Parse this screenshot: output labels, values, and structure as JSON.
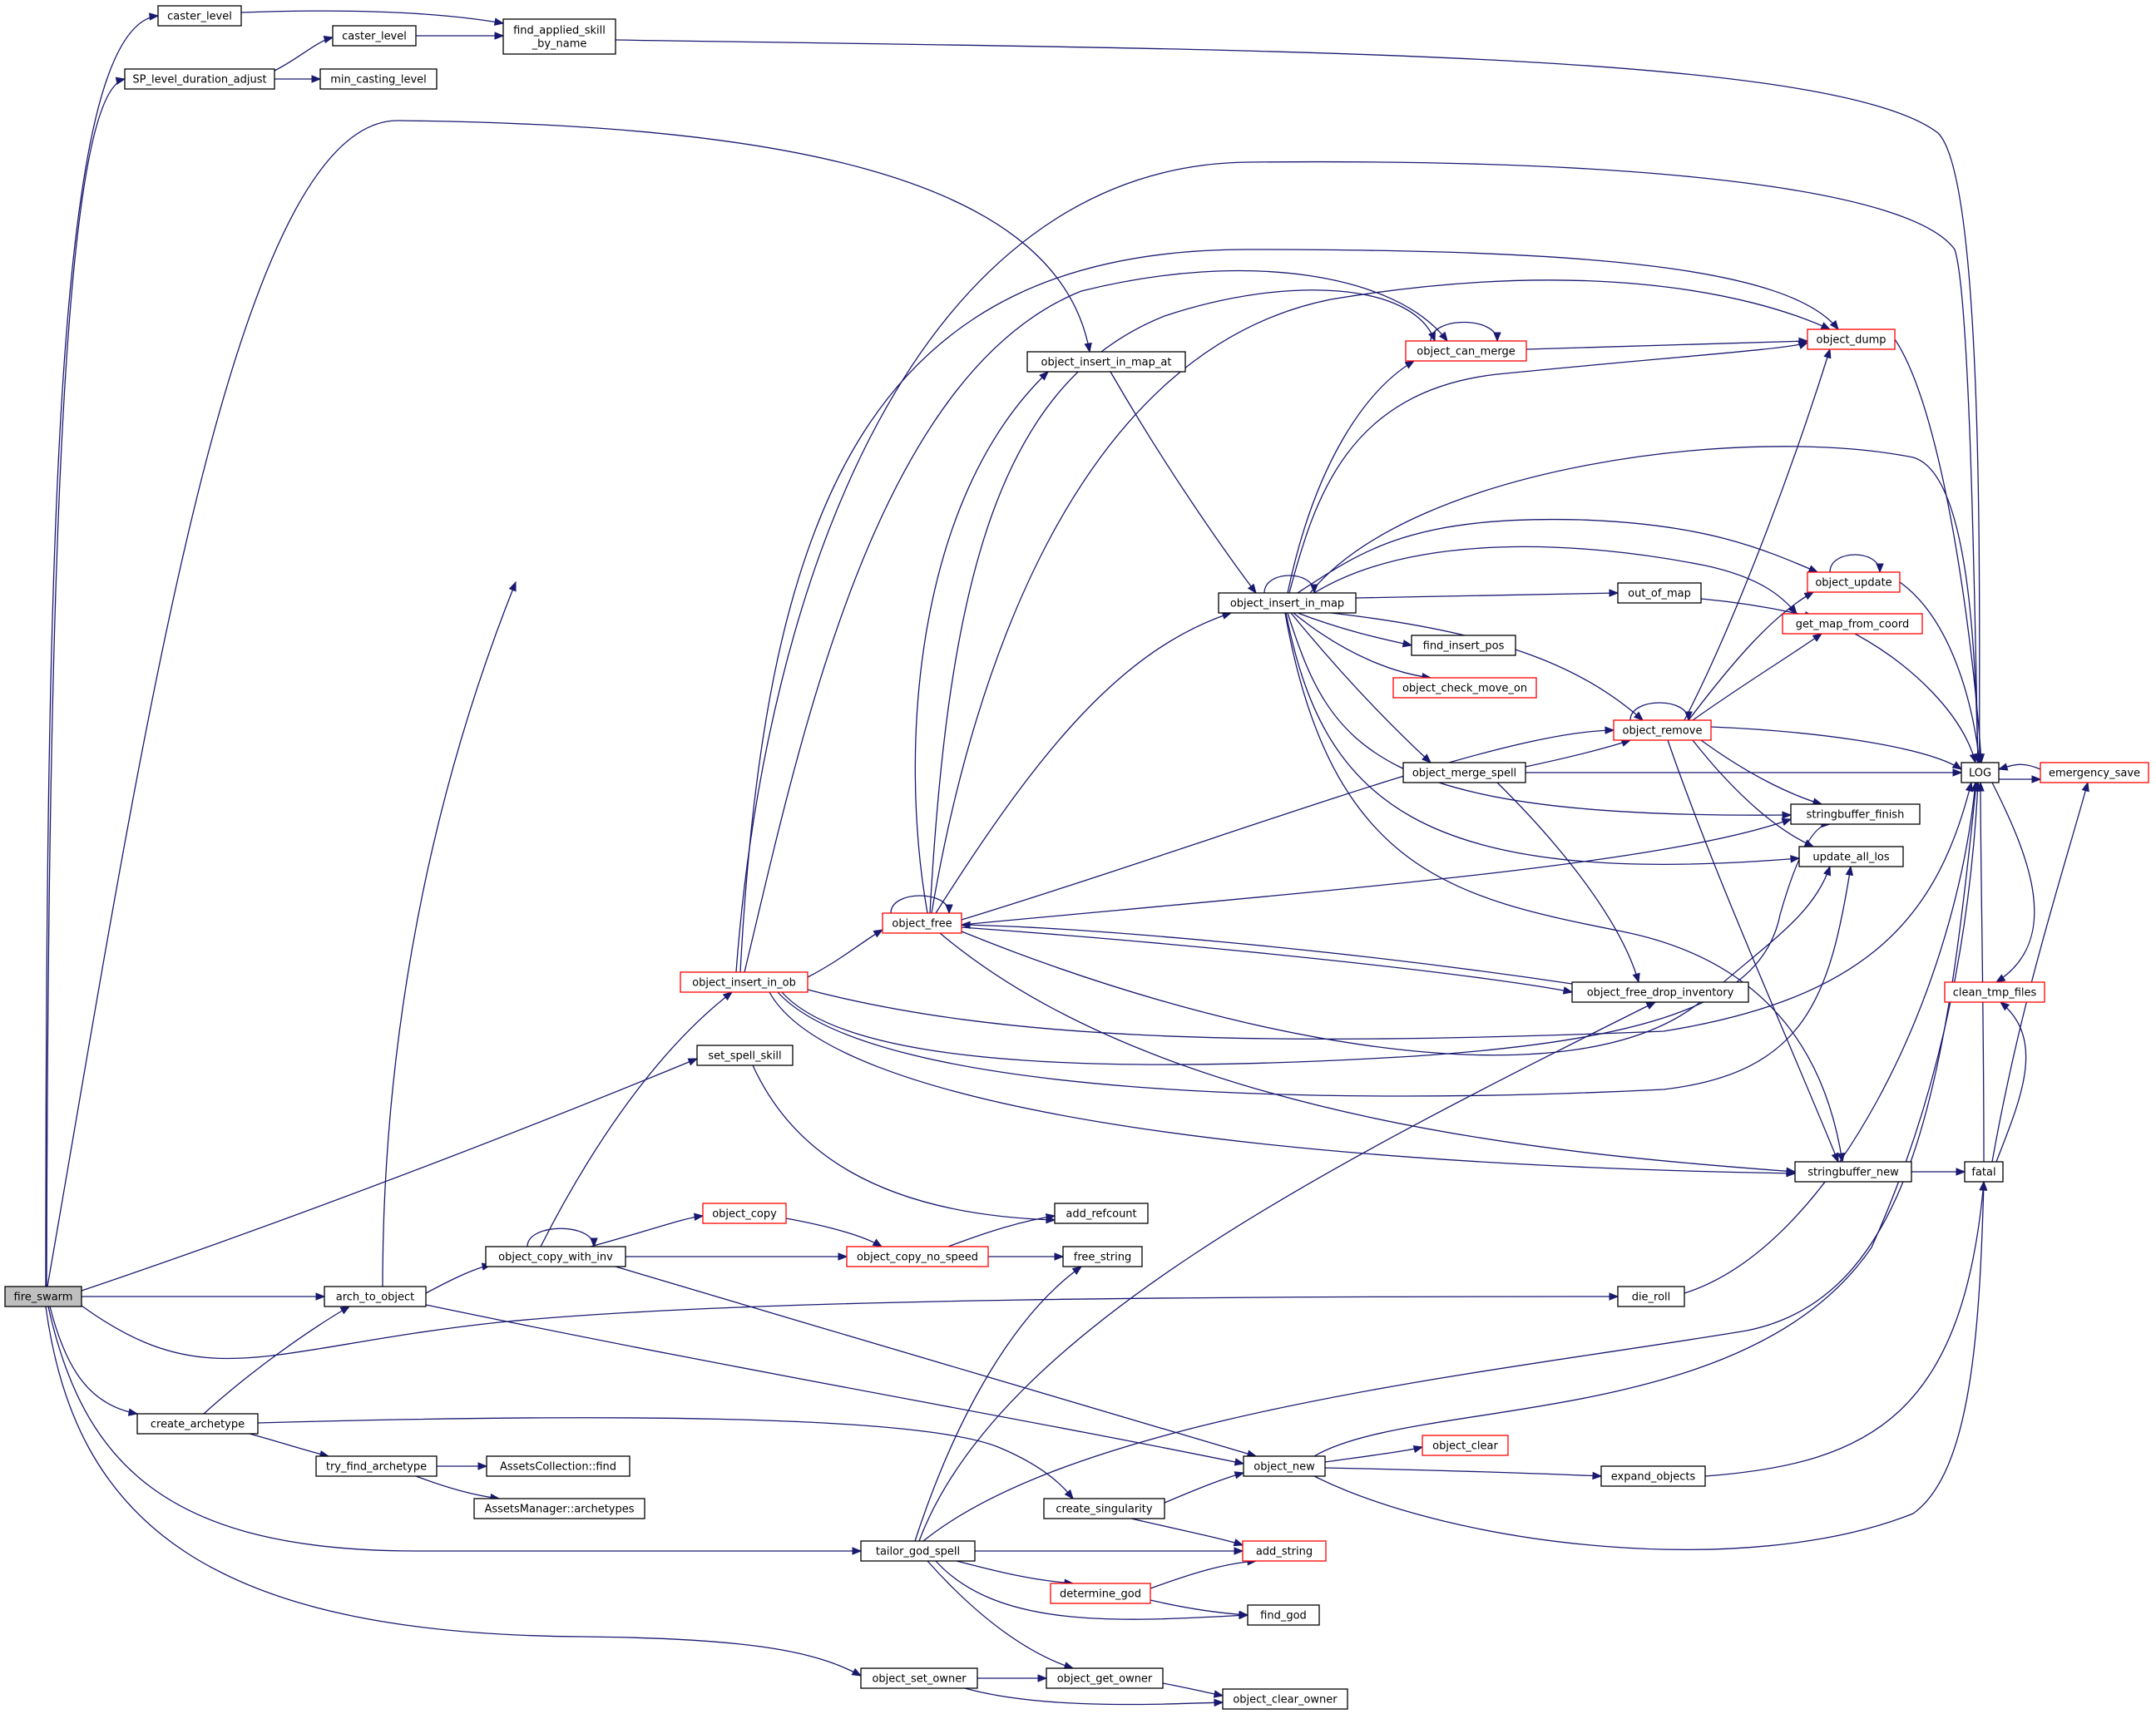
{
  "nodes": {
    "fire_swarm": {
      "label": "fire_swarm",
      "style": "root"
    },
    "caster_level_1": {
      "label": "caster_level",
      "style": "normal"
    },
    "sp_level_duration": {
      "label": "SP_level_duration_adjust",
      "style": "normal"
    },
    "caster_level_2": {
      "label": "caster_level",
      "style": "normal"
    },
    "min_casting_level": {
      "label": "min_casting_level",
      "style": "normal"
    },
    "find_applied_skill": {
      "label": [
        "find_applied_skill",
        "_by_name"
      ],
      "style": "normal"
    },
    "object_insert_in_map_at": {
      "label": "object_insert_in_map_at",
      "style": "normal"
    },
    "object_can_merge": {
      "label": "object_can_merge",
      "style": "red"
    },
    "object_dump": {
      "label": "object_dump",
      "style": "red"
    },
    "object_update": {
      "label": "object_update",
      "style": "red"
    },
    "object_insert_in_map": {
      "label": "object_insert_in_map",
      "style": "normal"
    },
    "out_of_map": {
      "label": "out_of_map",
      "style": "normal"
    },
    "get_map_from_coord": {
      "label": "get_map_from_coord",
      "style": "red"
    },
    "find_insert_pos": {
      "label": "find_insert_pos",
      "style": "normal"
    },
    "object_check_move_on": {
      "label": "object_check_move_on",
      "style": "red"
    },
    "object_remove": {
      "label": "object_remove",
      "style": "red"
    },
    "object_merge_spell": {
      "label": "object_merge_spell",
      "style": "normal"
    },
    "log": {
      "label": "LOG",
      "style": "normal"
    },
    "emergency_save": {
      "label": "emergency_save",
      "style": "red"
    },
    "stringbuffer_finish": {
      "label": "stringbuffer_finish",
      "style": "normal"
    },
    "update_all_los": {
      "label": "update_all_los",
      "style": "normal"
    },
    "object_free": {
      "label": "object_free",
      "style": "red"
    },
    "object_free_drop_inventory": {
      "label": "object_free_drop_inventory",
      "style": "normal"
    },
    "clean_tmp_files": {
      "label": "clean_tmp_files",
      "style": "red"
    },
    "object_insert_in_ob": {
      "label": "object_insert_in_ob",
      "style": "red"
    },
    "set_spell_skill": {
      "label": "set_spell_skill",
      "style": "normal"
    },
    "stringbuffer_new": {
      "label": "stringbuffer_new",
      "style": "normal"
    },
    "fatal": {
      "label": "fatal",
      "style": "normal"
    },
    "object_copy": {
      "label": "object_copy",
      "style": "red"
    },
    "add_refcount": {
      "label": "add_refcount",
      "style": "normal"
    },
    "object_copy_with_inv": {
      "label": "object_copy_with_inv",
      "style": "normal"
    },
    "object_copy_no_speed": {
      "label": "object_copy_no_speed",
      "style": "red"
    },
    "free_string": {
      "label": "free_string",
      "style": "normal"
    },
    "arch_to_object": {
      "label": "arch_to_object",
      "style": "normal"
    },
    "die_roll": {
      "label": "die_roll",
      "style": "normal"
    },
    "create_archetype": {
      "label": "create_archetype",
      "style": "normal"
    },
    "object_new": {
      "label": "object_new",
      "style": "normal"
    },
    "object_clear": {
      "label": "object_clear",
      "style": "red"
    },
    "try_find_archetype": {
      "label": "try_find_archetype",
      "style": "normal"
    },
    "assets_collection_find": {
      "label": "AssetsCollection::find",
      "style": "normal"
    },
    "expand_objects": {
      "label": "expand_objects",
      "style": "normal"
    },
    "assets_manager_archetypes": {
      "label": "AssetsManager::archetypes",
      "style": "normal"
    },
    "create_singularity": {
      "label": "create_singularity",
      "style": "normal"
    },
    "tailor_god_spell": {
      "label": "tailor_god_spell",
      "style": "normal"
    },
    "add_string": {
      "label": "add_string",
      "style": "red"
    },
    "determine_god": {
      "label": "determine_god",
      "style": "red"
    },
    "find_god": {
      "label": "find_god",
      "style": "normal"
    },
    "object_set_owner": {
      "label": "object_set_owner",
      "style": "normal"
    },
    "object_get_owner": {
      "label": "object_get_owner",
      "style": "normal"
    },
    "object_clear_owner": {
      "label": "object_clear_owner",
      "style": "normal"
    }
  },
  "colors": {
    "edge": "#191970",
    "red_border": "#ff0000",
    "root_fill": "#bfbfbf",
    "node_border": "#000000"
  }
}
